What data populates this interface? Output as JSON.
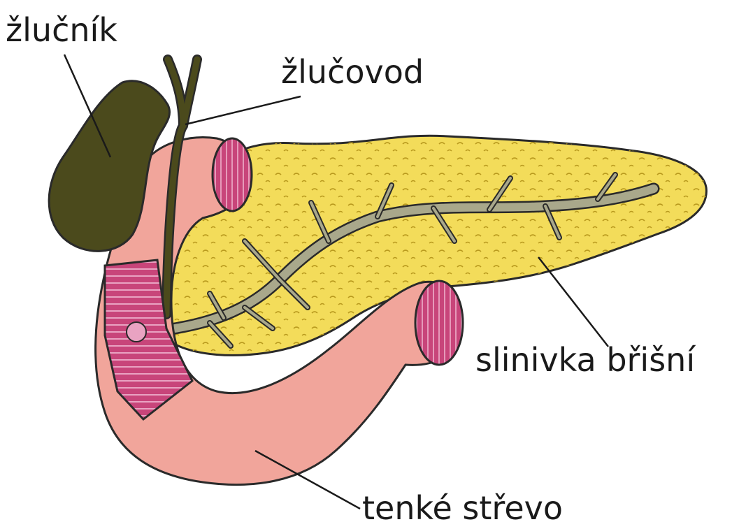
{
  "labels": {
    "gallbladder": "žlučník",
    "bile_duct": "žlučovod",
    "pancreas": "slinivka břišní",
    "small_intestine": "tenké střevo"
  },
  "colors": {
    "gallbladder": "#4b4a1c",
    "pancreas": "#f3dc5a",
    "pancreatic_duct": "#a9a88b",
    "intestine": "#f1a59b",
    "intestine_lumen": "#c8457a",
    "outline": "#2a2a2a",
    "text": "#1a1a1a"
  }
}
